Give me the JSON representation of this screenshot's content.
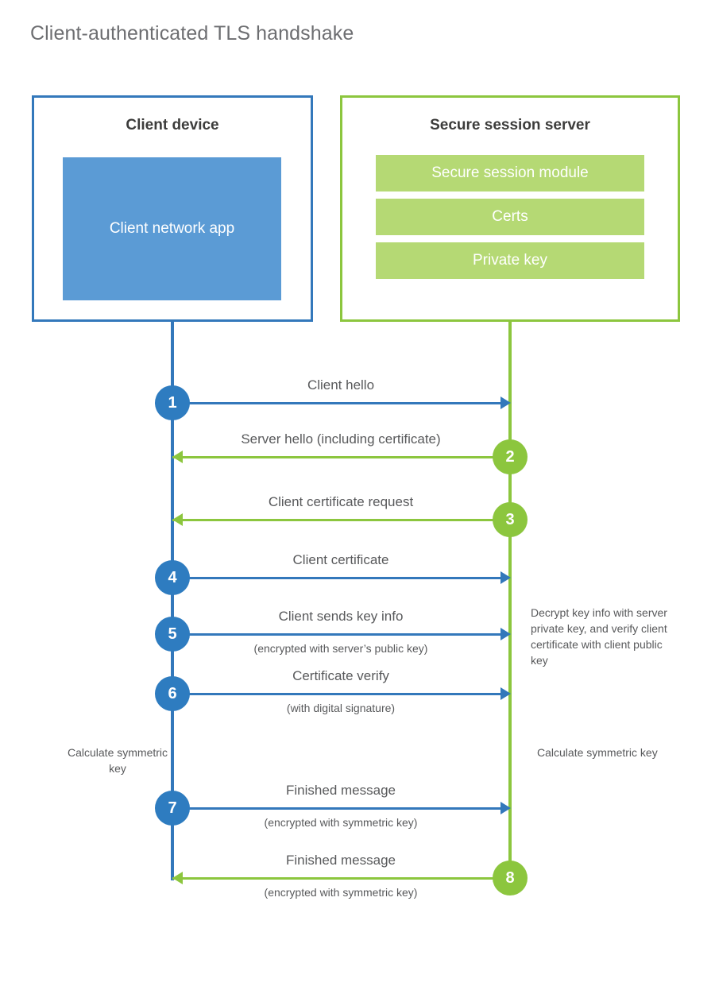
{
  "title": "Client-authenticated TLS handshake",
  "colors": {
    "blue_border": "#3378bb",
    "blue_fill": "#5b9bd5",
    "blue_badge": "#2e7cc0",
    "green_border": "#8cc63e",
    "green_fill": "#b5d974",
    "green_badge": "#8cc63e",
    "title_text": "#6d6e71",
    "body_text": "#58595b"
  },
  "actors": {
    "client": {
      "title": "Client device",
      "app_label": "Client network app"
    },
    "server": {
      "title": "Secure session server",
      "modules": [
        {
          "label": "Secure session module"
        },
        {
          "label": "Certs"
        },
        {
          "label": "Private key"
        }
      ]
    }
  },
  "chart_data": {
    "type": "sequence-diagram",
    "participants": [
      "Client device",
      "Secure session server"
    ],
    "steps": [
      {
        "number": "1",
        "label": "Client hello",
        "sub": "",
        "direction": "client-to-server"
      },
      {
        "number": "2",
        "label": "Server hello (including certificate)",
        "sub": "",
        "direction": "server-to-client"
      },
      {
        "number": "3",
        "label": "Client certificate request",
        "sub": "",
        "direction": "server-to-client"
      },
      {
        "number": "4",
        "label": "Client certificate",
        "sub": "",
        "direction": "client-to-server"
      },
      {
        "number": "5",
        "label": "Client sends key info",
        "sub": "(encrypted with server’s public key)",
        "direction": "client-to-server"
      },
      {
        "number": "6",
        "label": "Certificate verify",
        "sub": "(with digital signature)",
        "direction": "client-to-server"
      },
      {
        "number": "7",
        "label": "Finished message",
        "sub": "(encrypted with symmetric key)",
        "direction": "client-to-server"
      },
      {
        "number": "8",
        "label": "Finished message",
        "sub": "(encrypted with symmetric key)",
        "direction": "server-to-client"
      }
    ]
  },
  "annotations": {
    "server_decrypt": "Decrypt key info with server private key, and verify client certificate with client public key",
    "client_calculate": "Calculate symmetric key",
    "server_calculate": "Calculate symmetric key"
  }
}
